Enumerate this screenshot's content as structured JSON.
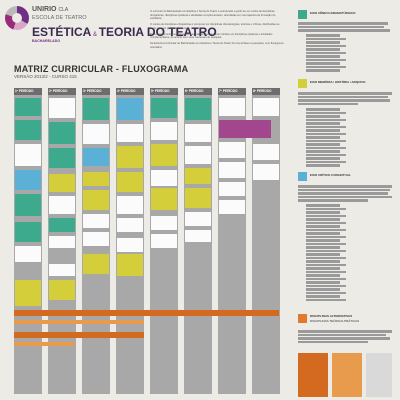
{
  "header": {
    "unirio": "UNIRIO",
    "cla": "CLA",
    "escola": "ESCOLA DE TEATRO",
    "estetica": "ESTÉTICA",
    "teoria": "TEORIA DO TEATRO",
    "bacharelado": "BACHARELADO"
  },
  "intro": {
    "p1": "O currículo do Bacharelado em Estética e Teoria do Teatro é estruturado a partir de um núcleo de disciplinas obrigatórias, disciplinas optativas e atividades complementares, articuladas em sua trajetória de formação do estudante.",
    "p2": "O núcleo de disciplinas obrigatórias é composto por disciplinas dramatúrgicas, teóricas e críticas, distribuídas ao longo dos oito períodos do curso.",
    "p3": "Para complementar sua formação o estudante deverá cursar créditos em disciplinas optativas e atividades complementares, de acordo com seus interesses de pesquisa.",
    "p4": "Na Estrutura Curricular do Bacharelado em Estética e Teoria do Teatro há uma ênfase na pesquisa, com fluxograma orientativo."
  },
  "main": {
    "title": "MATRIZ CURRICULAR - FLUXOGRAMA",
    "subtitle": "VERSÃO 2013/2 - CURSO 415"
  },
  "periods": [
    "1º PERÍODO",
    "2º PERÍODO",
    "3º PERÍODO",
    "4º PERÍODO",
    "5º PERÍODO",
    "6º PERÍODO",
    "7º PERÍODO",
    "8º PERÍODO"
  ],
  "side": {
    "s1_title": "EIXO CÊNICO-DRAMATÚRGICO",
    "s2_title": "EIXO MEMÓRIA / HISTÓRIA / ARQUIVO",
    "s3_title": "EIXO CRÍTICO CONCEITUAL",
    "s4_title": "DISCIPLINAS ALTERNATIVAS",
    "s4_sub": "DISCIPLINAS TEÓRICO-PRÁTICAS"
  },
  "colors": {
    "teal": "#3daa8e",
    "yellow": "#d4ce3a",
    "blue": "#5ab1d5",
    "magenta": "#a2468e",
    "orange": "#e27a2c"
  }
}
